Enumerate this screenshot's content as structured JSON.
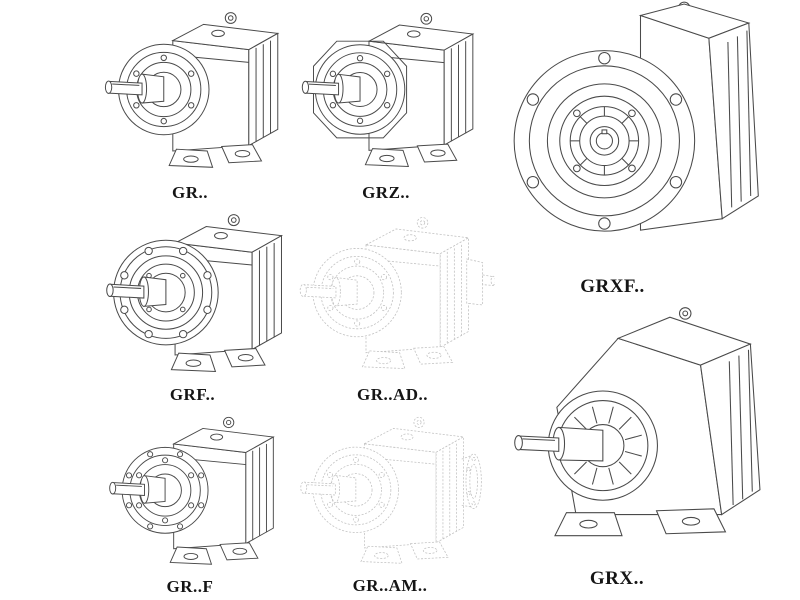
{
  "page": {
    "background": "#ffffff",
    "description": "Gear reducer model range catalog sheet with technical line drawings"
  },
  "catalog": {
    "items": [
      {
        "id": "gr",
        "label": "GR.."
      },
      {
        "id": "grz",
        "label": "GRZ.."
      },
      {
        "id": "grxf",
        "label": "GRXF.."
      },
      {
        "id": "grf",
        "label": "GRF.."
      },
      {
        "id": "gr-ad",
        "label": "GR..AD.."
      },
      {
        "id": "gr-f",
        "label": "GR..F"
      },
      {
        "id": "gr-am",
        "label": "GR..AM.."
      },
      {
        "id": "grx",
        "label": "GRX.."
      }
    ]
  },
  "drawing_style": {
    "line_color": "#4a4a4a",
    "ghost_line_color": "#c2c2c2",
    "label_color": "#151515"
  }
}
